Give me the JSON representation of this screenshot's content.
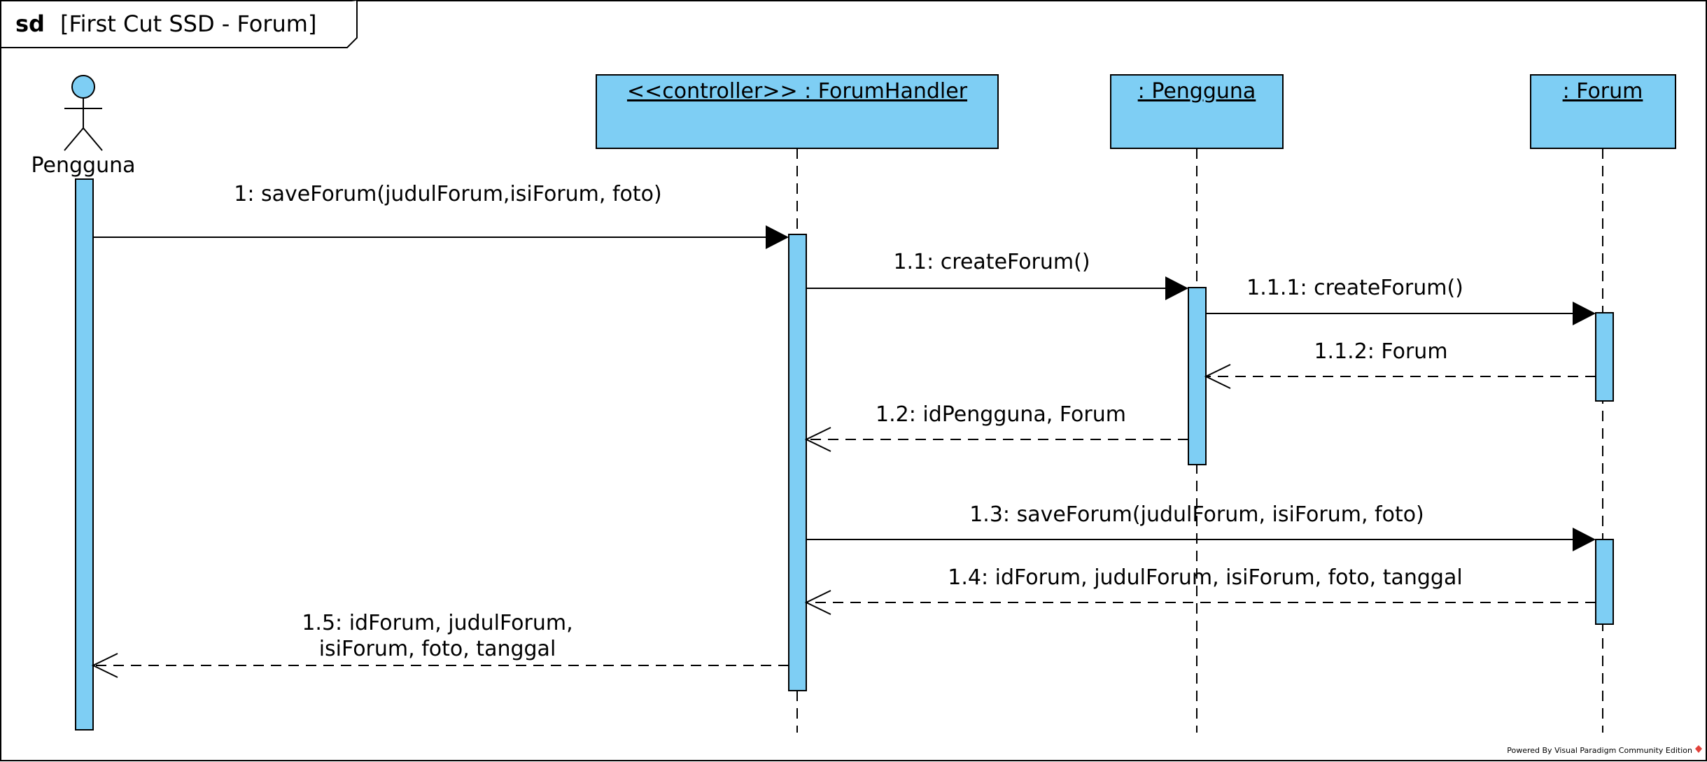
{
  "frame": {
    "keyword": "sd",
    "title": "[First Cut SSD - Forum]"
  },
  "actor": {
    "name": "Pengguna"
  },
  "lifelines": [
    {
      "id": "forumhandler",
      "label": "<<controller>> : ForumHandler"
    },
    {
      "id": "pengguna",
      "label": ": Pengguna"
    },
    {
      "id": "forum",
      "label": ": Forum"
    }
  ],
  "messages": [
    {
      "id": "m1",
      "label": "1: saveForum(judulForum,isiForum, foto)",
      "from": "actor",
      "to": "forumhandler",
      "kind": "call"
    },
    {
      "id": "m1_1",
      "label": "1.1: createForum()",
      "from": "forumhandler",
      "to": "pengguna",
      "kind": "call"
    },
    {
      "id": "m1_1_1",
      "label": "1.1.1: createForum()",
      "from": "pengguna",
      "to": "forum",
      "kind": "call"
    },
    {
      "id": "m1_1_2",
      "label": "1.1.2: Forum",
      "from": "forum",
      "to": "pengguna",
      "kind": "return"
    },
    {
      "id": "m1_2",
      "label": "1.2: idPengguna, Forum",
      "from": "pengguna",
      "to": "forumhandler",
      "kind": "return"
    },
    {
      "id": "m1_3",
      "label": "1.3: saveForum(judulForum, isiForum, foto)",
      "from": "forumhandler",
      "to": "forum",
      "kind": "call"
    },
    {
      "id": "m1_4",
      "label": "1.4: idForum, judulForum, isiForum, foto, tanggal",
      "from": "forum",
      "to": "forumhandler",
      "kind": "return"
    },
    {
      "id": "m1_5",
      "label_line1": "1.5: idForum, judulForum,",
      "label_line2": "isiForum, foto, tanggal",
      "from": "forumhandler",
      "to": "actor",
      "kind": "return"
    }
  ],
  "watermark": "Powered By Visual Paradigm Community Edition",
  "colors": {
    "fill": "#7ecef4",
    "stroke": "#000000",
    "background": "#ffffff"
  }
}
